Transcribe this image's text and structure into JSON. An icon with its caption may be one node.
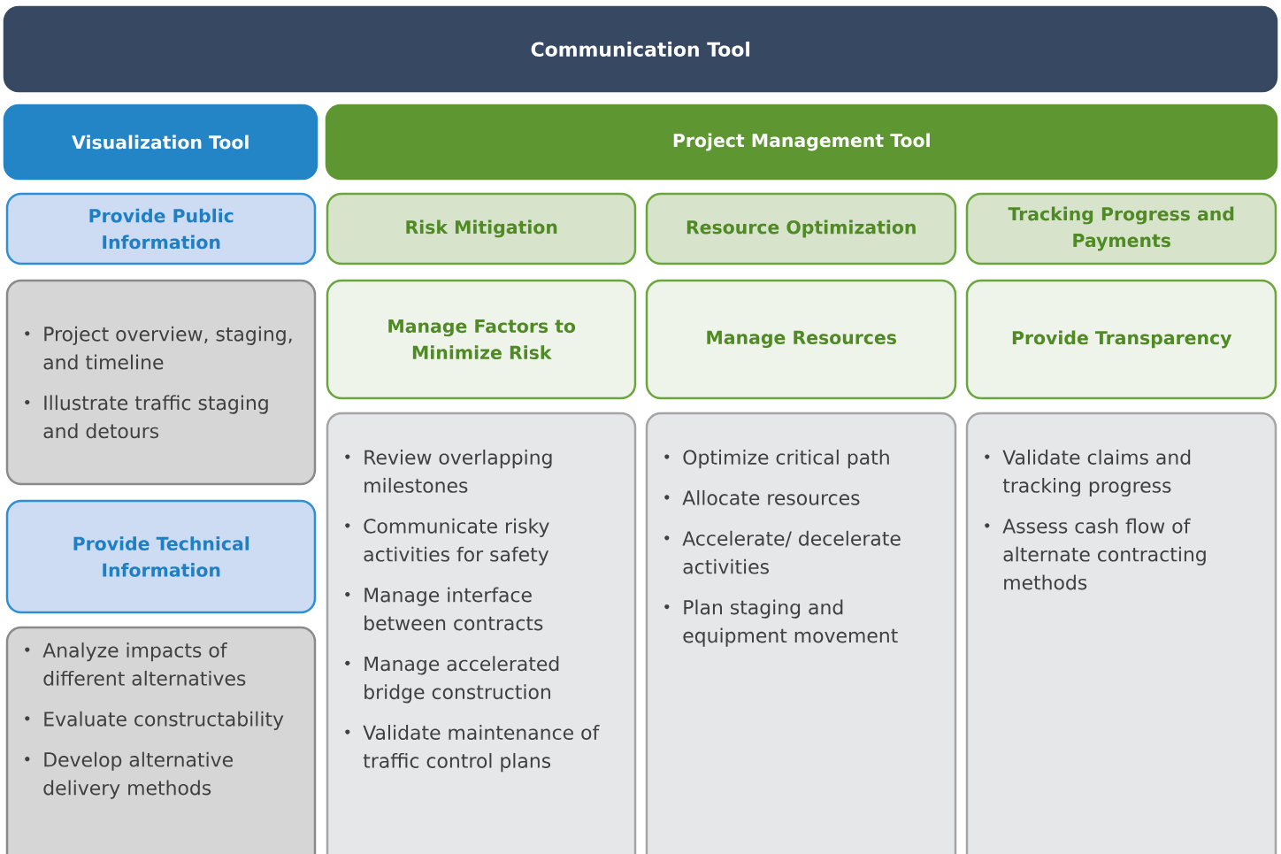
{
  "diagram": {
    "nodes": [
      {
        "text": [
          "Communication Tool"
        ]
      },
      {
        "text": [
          "Visualization Tool"
        ]
      },
      {
        "text": [
          "Project Management Tool"
        ]
      },
      {
        "text": [
          "Provide Public Information"
        ]
      },
      {
        "text": [
          "Project overview, staging, and timeline",
          "Illustrate traffic staging and detours"
        ]
      },
      {
        "text": [
          "Provide Technical Information"
        ]
      },
      {
        "text": [
          "Analyze impacts of different alternatives",
          "Evaluate constructability",
          "Develop alternative delivery methods"
        ]
      },
      {
        "text": [
          "Risk Mitigation"
        ]
      },
      {
        "text": [
          "Resource Optimization"
        ]
      },
      {
        "text": [
          "Tracking Progress and Payments"
        ]
      },
      {
        "text": [
          "Manage Factors to Minimize Risk"
        ]
      },
      {
        "text": [
          "Manage Resources"
        ]
      },
      {
        "text": [
          "Provide Transparency"
        ]
      },
      {
        "text": [
          "Review overlapping milestones",
          "Communicate risky activities for safety",
          "Manage interface between contracts",
          "Manage accelerated bridge construction",
          "Validate maintenance of traffic control plans"
        ]
      },
      {
        "text": [
          "Optimize critical path",
          "Allocate resources",
          "Accelerate/ decelerate activities",
          "Plan staging and equipment movement"
        ]
      },
      {
        "text": [
          "Validate claims and tracking progress",
          "Assess cash flow of alternate contracting methods"
        ]
      }
    ]
  }
}
